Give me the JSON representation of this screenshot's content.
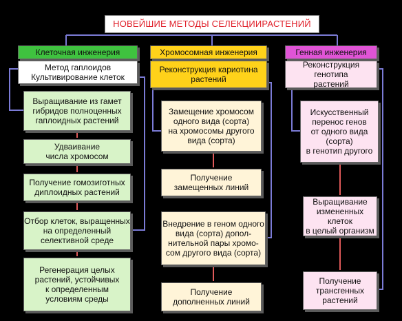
{
  "title": "НОВЕЙШИЕ МЕТОДЫ СЕЛЕКЦИИРАСТЕНИЙ",
  "columns": [
    {
      "header": "Клеточная инженерия",
      "subheader": "Метод гаплоидов\nКультивирование клеток",
      "steps": [
        "Выращивание из гамет\nгибридов полноценных\nгаплоидных растений",
        "Удваивание\nчисла хромосом",
        "Получение гомозиготных\nдиплоидных растений",
        "Отбор клеток, выращенных\nна определенный\nселективной среде",
        "Регенерация целых\nрастений, устойчивых\nк определенным\nусловиям среды"
      ]
    },
    {
      "header": "Хромосомная инженерия",
      "subheader": "Реконструкция кариотина\nрастений",
      "steps": [
        "Замещение хромосом\nодного вида (сорта)\nна хромосомы другого\nвида (сорта)",
        "Получение\nзамещенных линий",
        "Внедрение в геном одного\nвида (сорта) допол-\nнительной пары хромо-\nсом другого вида (сорта)",
        "Получение\nдополненных линий"
      ]
    },
    {
      "header": "Генная инженерия",
      "subheader": "Реконструкция генотипа\nрастений",
      "steps": [
        "Искусственный\nперенос генов\nот одного вида\n(сорта)\nв генотип другого",
        "Выращивание\nизмененных клеток\nв целый организм",
        "Получение\nтрансгенных\nрастений"
      ]
    }
  ],
  "colors": {
    "title_text": "#e0202a",
    "green_header": "#3fc23f",
    "yellow_header": "#ffd21a",
    "pink_header": "#e054d6",
    "green_box": "#d8f3c8",
    "yellow_box": "#fff4d8",
    "pink_box": "#fde3f1",
    "connector_line": "#7b7bd6",
    "arrow": "#e05a5a"
  }
}
